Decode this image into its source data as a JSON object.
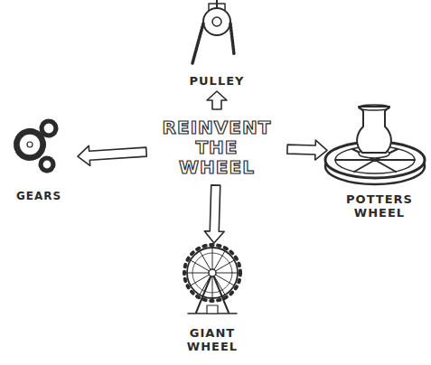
{
  "diagram": {
    "nodes": [
      {
        "text": [
          "PULLEY"
        ]
      },
      {
        "text": [
          "REINVENT THE WHEEL"
        ]
      },
      {
        "text": [
          "GEARS"
        ]
      },
      {
        "text": [
          "POTTERS WHEEL"
        ]
      },
      {
        "text": [
          "GIANT WHEEL"
        ]
      }
    ],
    "edges": [
      {
        "from": 1,
        "to": 0,
        "arrow": "to"
      },
      {
        "from": 1,
        "to": 2,
        "arrow": "to"
      },
      {
        "from": 1,
        "to": 3,
        "arrow": "to"
      },
      {
        "from": 1,
        "to": 4,
        "arrow": "to"
      }
    ]
  }
}
